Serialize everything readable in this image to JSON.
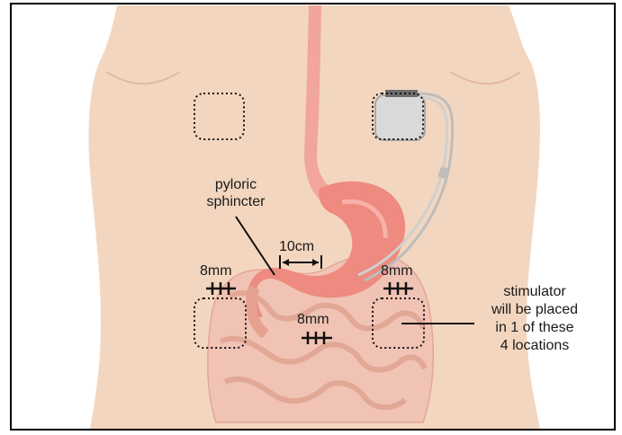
{
  "labels": {
    "pyloric_line1": "pyloric",
    "pyloric_line2": "sphincter",
    "distance": "10cm",
    "spacing_left": "8mm",
    "spacing_right": "8mm",
    "spacing_center": "8mm",
    "stimulator_line1": "stimulator",
    "stimulator_line2": "will be placed",
    "stimulator_line3": "in 1 of these",
    "stimulator_line4": "4 locations"
  },
  "colors": {
    "skin": "#f3d6bf",
    "skin_shadow": "#e8c2a6",
    "stomach": "#ee8a7f",
    "esophagus": "#f2a59a",
    "intestine": "#f0c3b5",
    "device": "#d9d9d9",
    "border": "#000000"
  }
}
